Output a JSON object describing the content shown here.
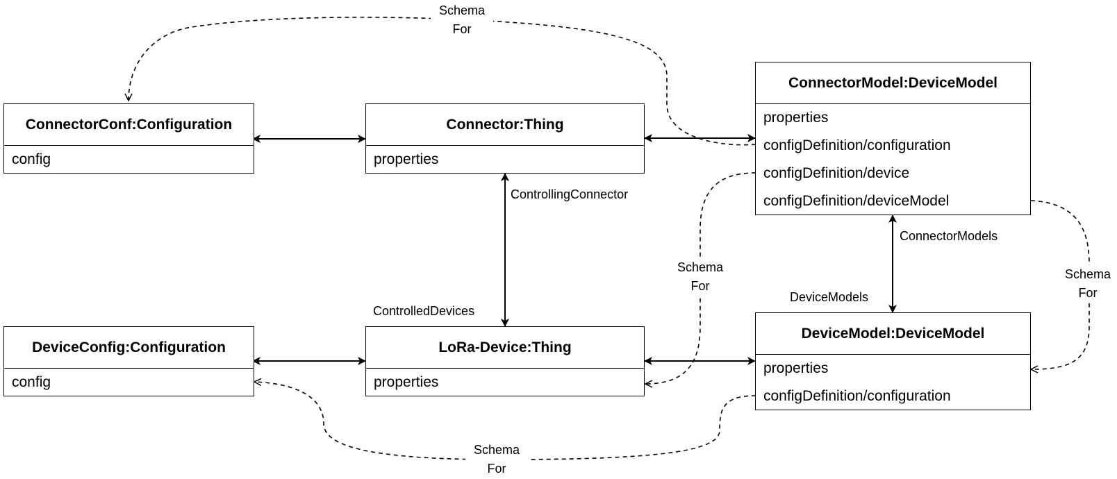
{
  "boxes": {
    "connector_conf": {
      "title": "ConnectorConf:Configuration",
      "rows": [
        "config"
      ]
    },
    "connector": {
      "title": "Connector:Thing",
      "rows": [
        "properties"
      ]
    },
    "connector_model": {
      "title": "ConnectorModel:DeviceModel",
      "rows": [
        "properties",
        "configDefinition/configuration",
        "configDefinition/device",
        "configDefinition/deviceModel"
      ]
    },
    "device_config": {
      "title": "DeviceConfig:Configuration",
      "rows": [
        "config"
      ]
    },
    "lora_device": {
      "title": "LoRa-Device:Thing",
      "rows": [
        "properties"
      ]
    },
    "device_model": {
      "title": "DeviceModel:DeviceModel",
      "rows": [
        "properties",
        "configDefinition/configuration"
      ]
    }
  },
  "edge_labels": {
    "controlling_connector": "ControllingConnector",
    "controlled_devices": "ControlledDevices",
    "connector_models": "ConnectorModels",
    "device_models": "DeviceModels",
    "schema_for_line1": "Schema",
    "schema_for_line2": "For"
  },
  "colors": {
    "stroke": "#000000",
    "background": "#ffffff"
  }
}
